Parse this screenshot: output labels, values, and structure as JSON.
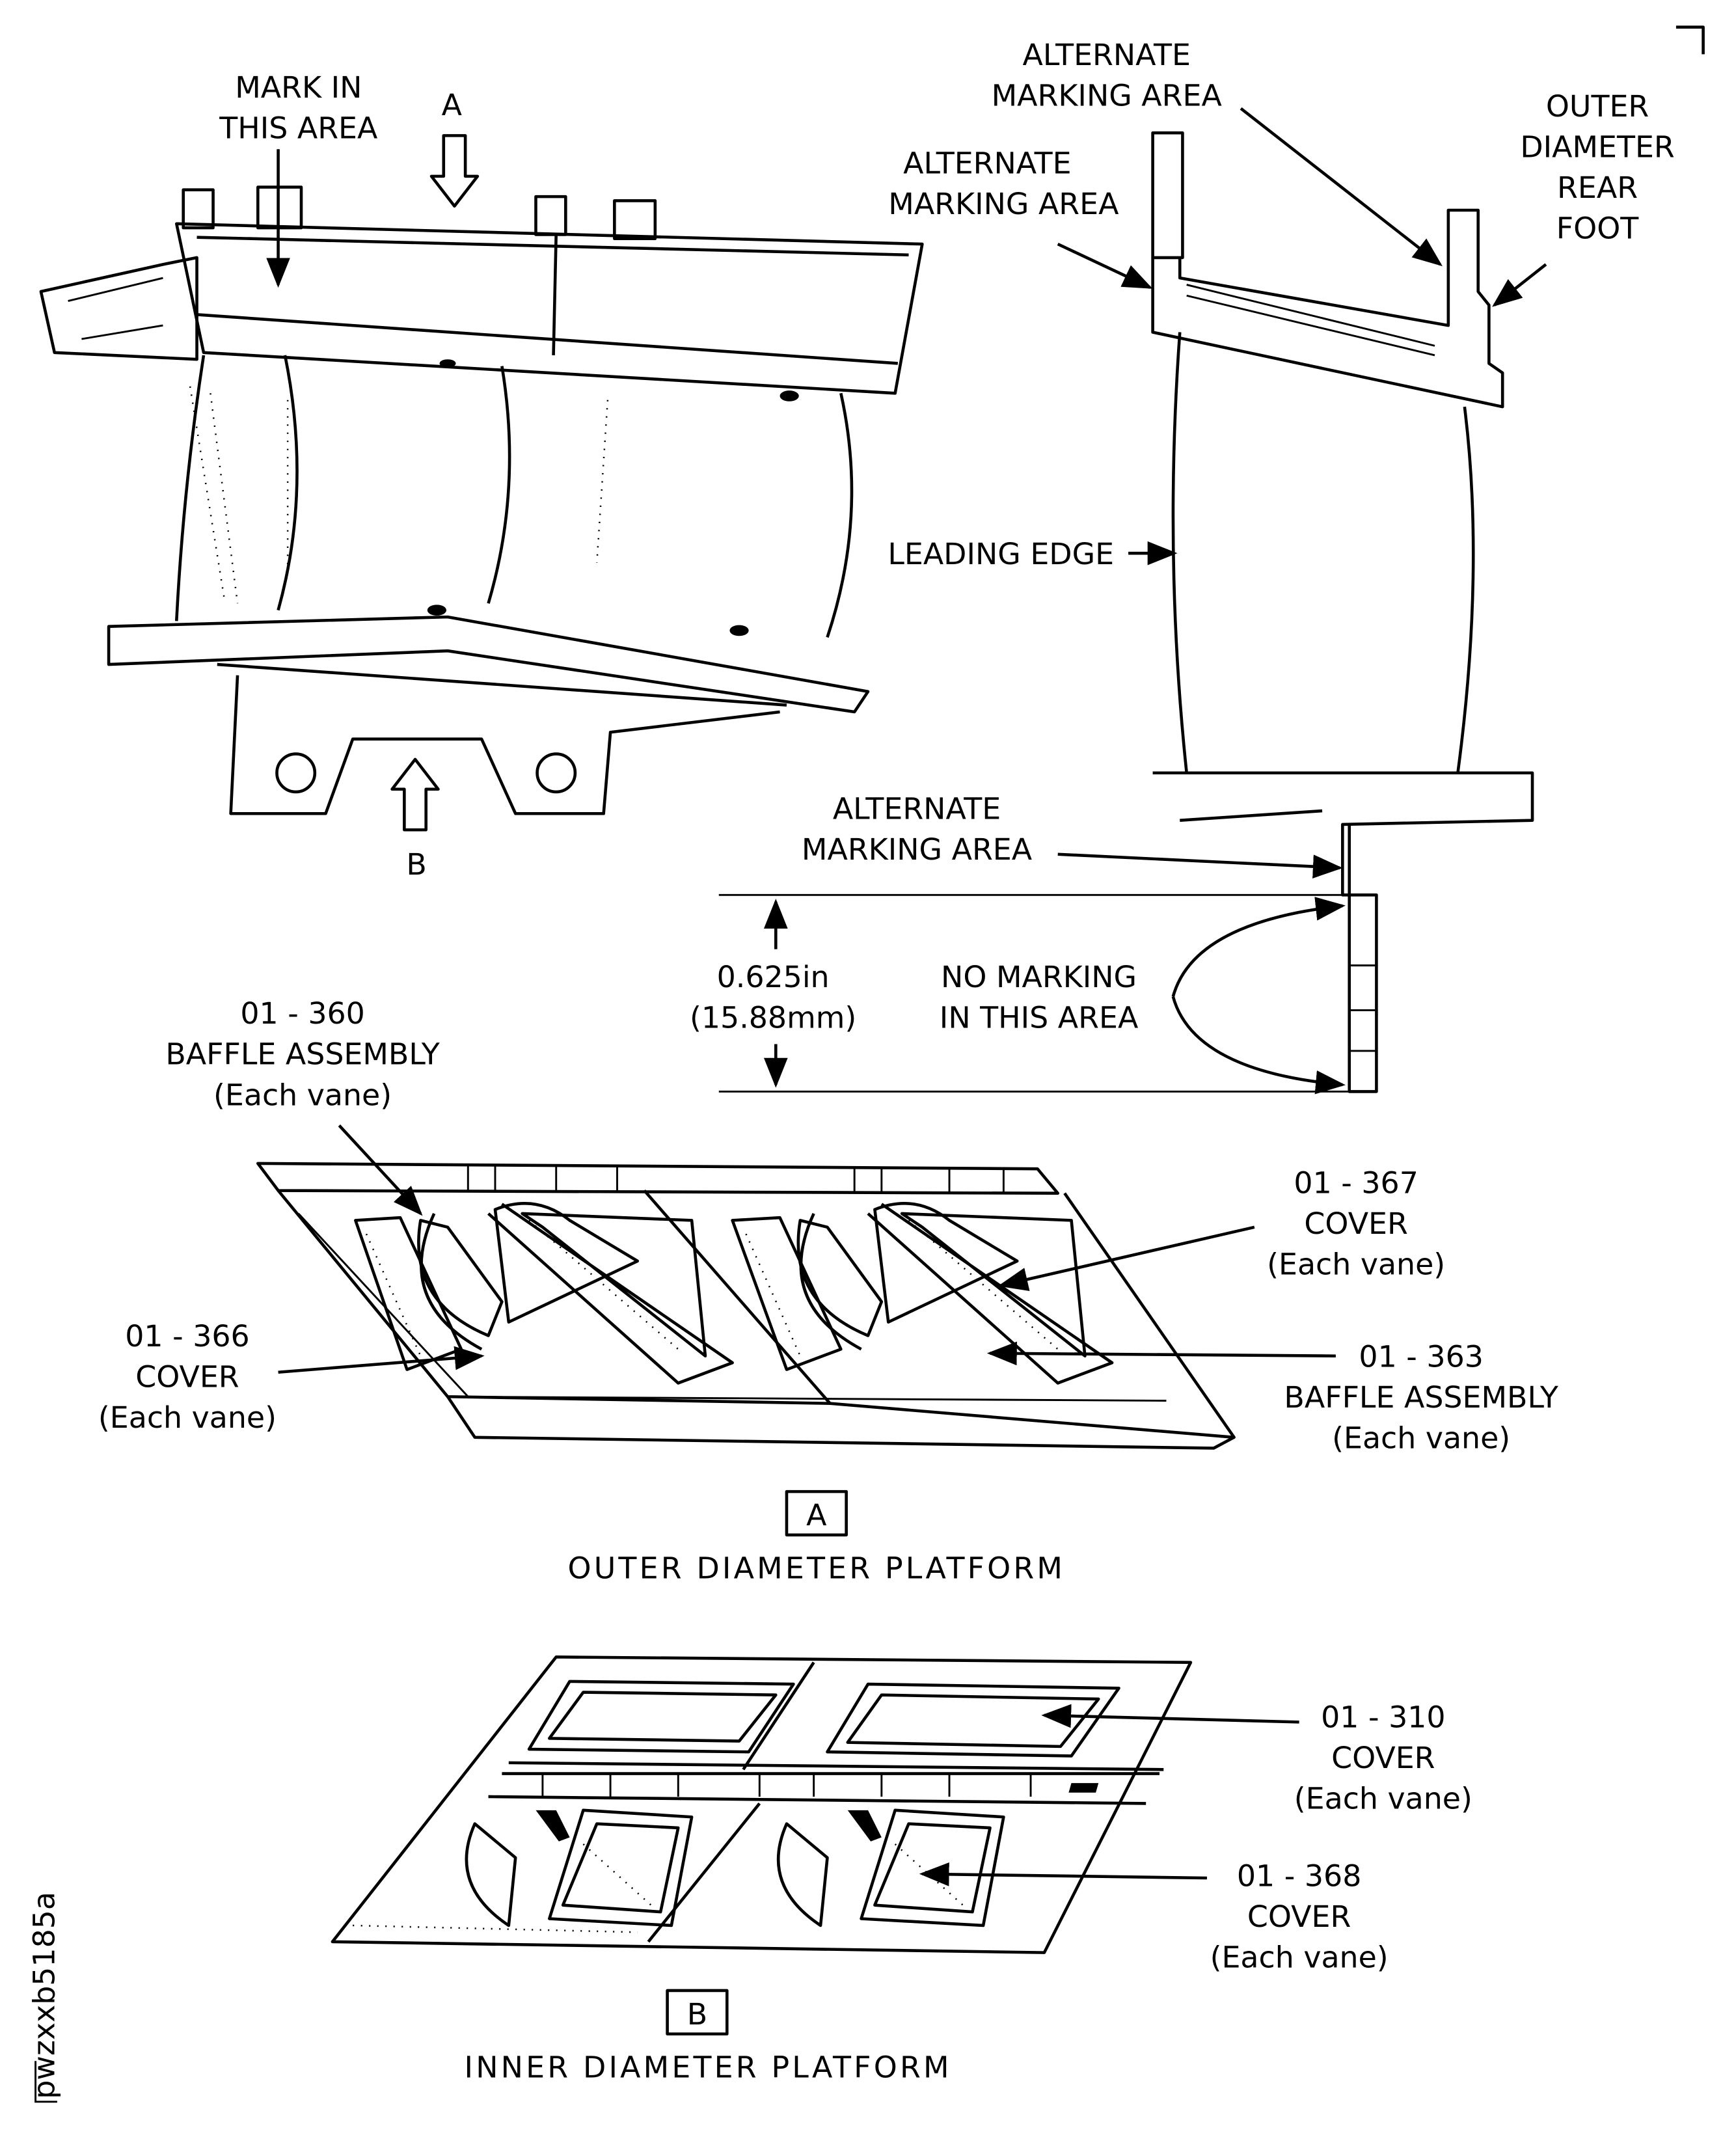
{
  "figure_id": "pwzxxb5185a",
  "view_top_left": {
    "mark_label": [
      "MARK IN",
      "THIS AREA"
    ],
    "arrow_a": "A",
    "arrow_b": "B"
  },
  "view_top_right": {
    "alt_marking_1": [
      "ALTERNATE",
      "MARKING AREA"
    ],
    "alt_marking_2": [
      "ALTERNATE",
      "MARKING AREA"
    ],
    "outer_foot": [
      "OUTER",
      "DIAMETER",
      "REAR",
      "FOOT"
    ],
    "leading_edge": "LEADING EDGE",
    "alt_marking_3": [
      "ALTERNATE",
      "MARKING AREA"
    ],
    "dimension": [
      "0.625in",
      "(15.88mm)"
    ],
    "no_marking": [
      "NO MARKING",
      "IN THIS AREA"
    ]
  },
  "section_a": {
    "callouts": {
      "baffle_360": [
        "01 - 360",
        "BAFFLE ASSEMBLY",
        "(Each vane)"
      ],
      "cover_366": [
        "01 - 366",
        "COVER",
        "(Each vane)"
      ],
      "cover_367": [
        "01 - 367",
        "COVER",
        "(Each vane)"
      ],
      "baffle_363": [
        "01 - 363",
        "BAFFLE ASSEMBLY",
        "(Each vane)"
      ]
    },
    "letter": "A",
    "title": "OUTER DIAMETER PLATFORM"
  },
  "section_b": {
    "callouts": {
      "cover_310": [
        "01 - 310",
        "COVER",
        "(Each vane)"
      ],
      "cover_368": [
        "01 - 368",
        "COVER",
        "(Each vane)"
      ]
    },
    "letter": "B",
    "title": "INNER DIAMETER PLATFORM"
  }
}
